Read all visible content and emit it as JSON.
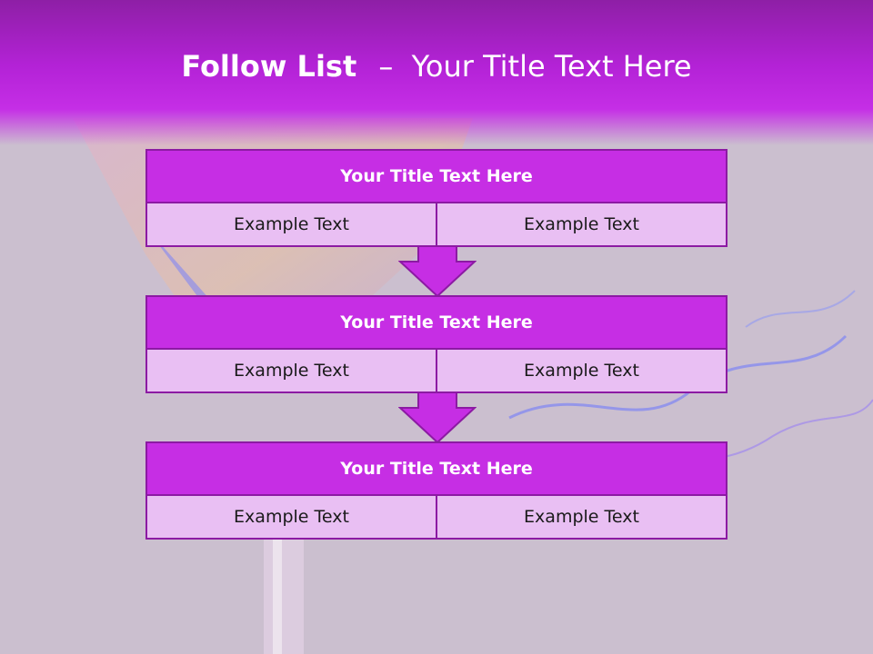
{
  "slide": {
    "title_bold": "Follow List",
    "title_sep": "–",
    "title_rest": "Your Title Text Here"
  },
  "blocks": [
    {
      "title": "Your Title Text Here",
      "left": "Example Text",
      "right": "Example Text"
    },
    {
      "title": "Your Title Text Here",
      "left": "Example Text",
      "right": "Example Text"
    },
    {
      "title": "Your Title Text Here",
      "left": "Example Text",
      "right": "Example Text"
    }
  ],
  "colors": {
    "header": "#b322d6",
    "block_title": "#c62ee4",
    "block_row": "#e9bff3",
    "border": "#8c1aa3",
    "background": "#cbbfcf"
  }
}
